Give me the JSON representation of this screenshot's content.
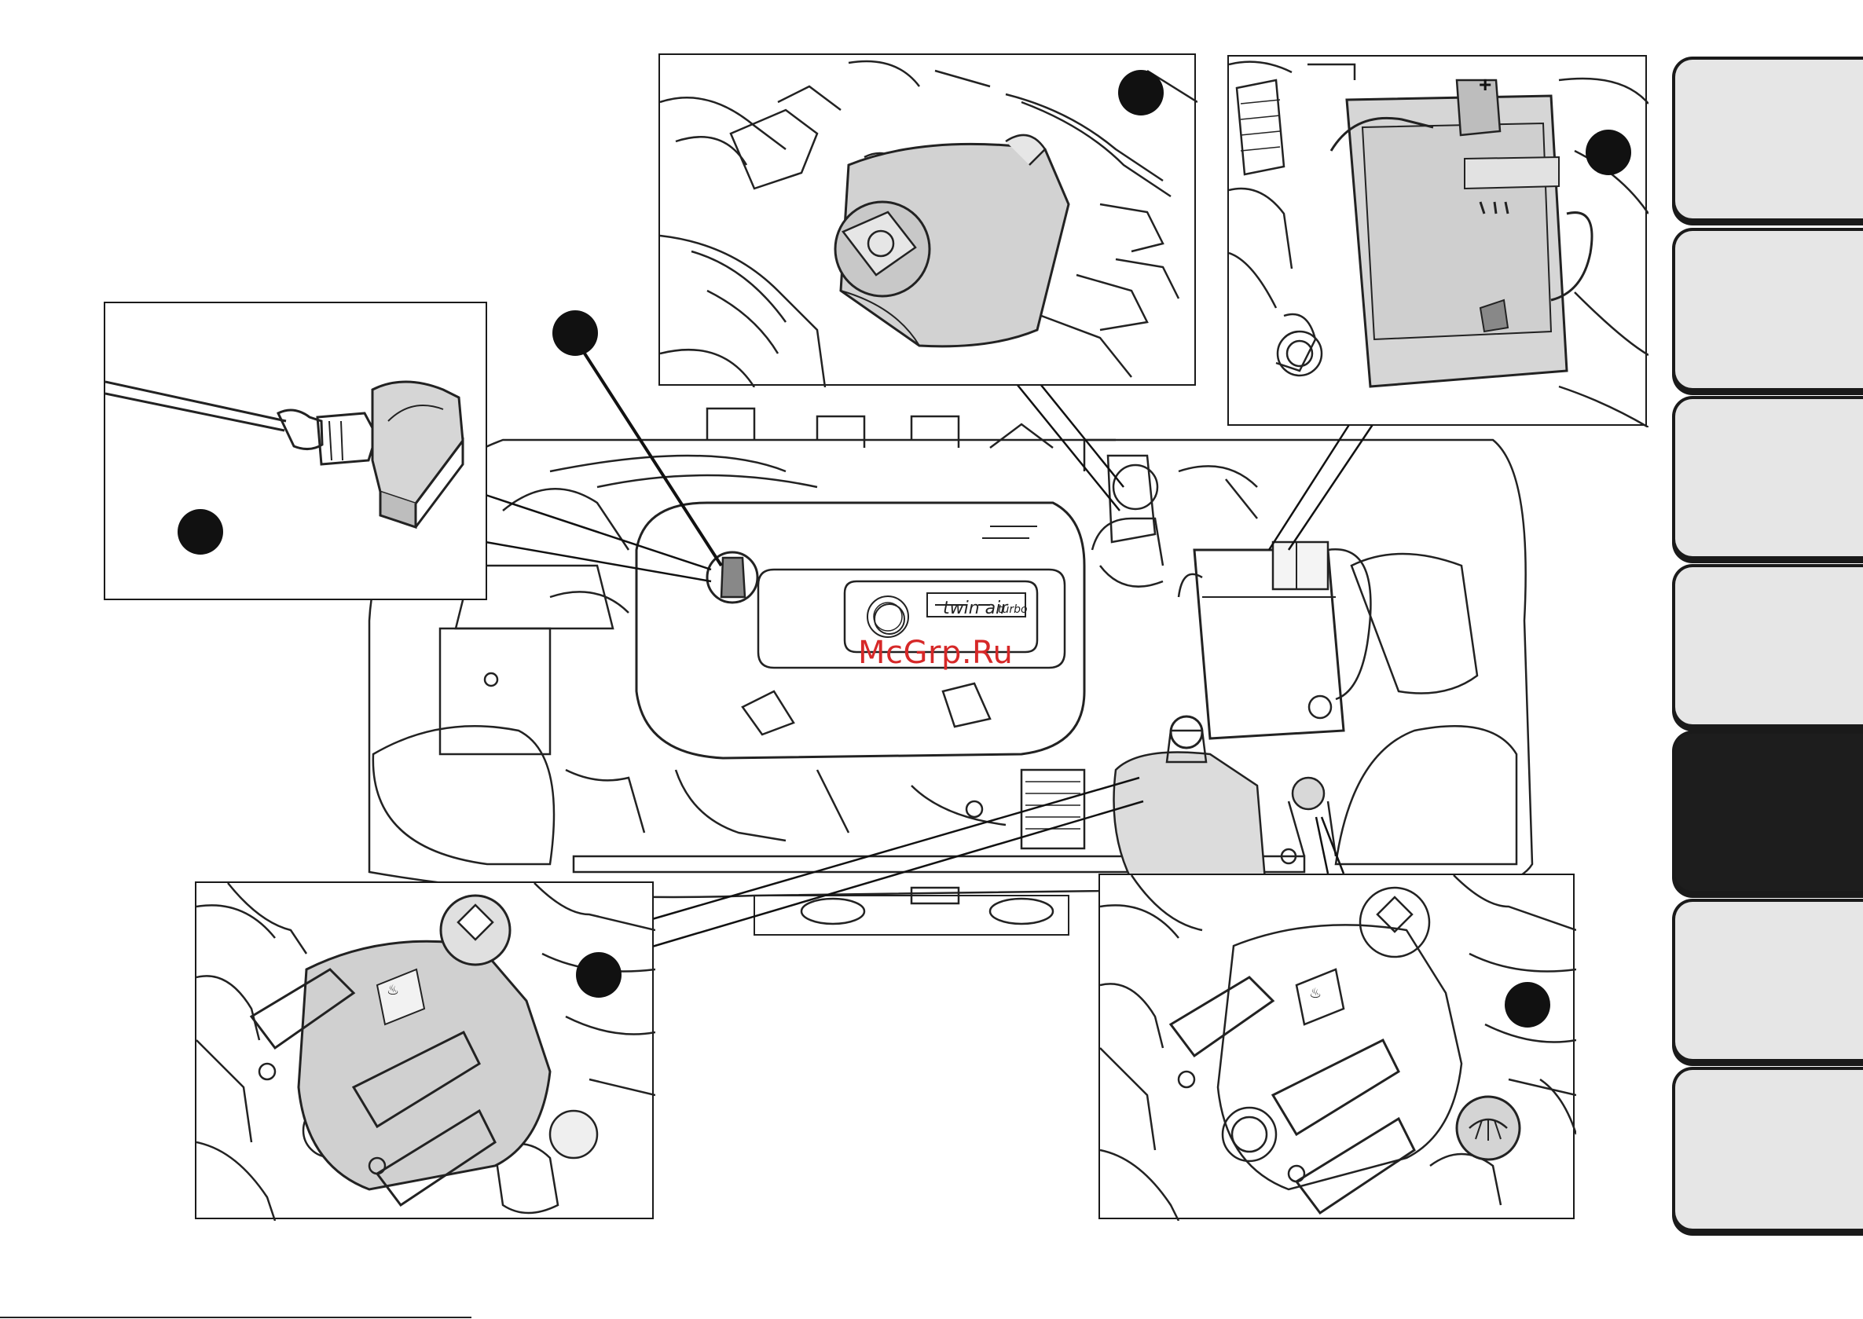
{
  "watermark": {
    "text": "McGrp.Ru",
    "color": "#d62828"
  },
  "cover_logo": {
    "brand_text": "twin air",
    "sub_text": "turbo"
  },
  "callouts": [
    {
      "name": "oil-dipstick-marker"
    },
    {
      "name": "engine-oil-filler-marker"
    },
    {
      "name": "brake-fluid-reservoir-marker"
    },
    {
      "name": "battery-marker"
    },
    {
      "name": "coolant-reservoir-marker"
    },
    {
      "name": "washer-fluid-reservoir-marker"
    }
  ],
  "side_tabs": {
    "count": 7,
    "active_index": 4,
    "active_color": "#1d1d1d",
    "inactive_color": "#e6e6e6"
  },
  "icons": [
    "plus-icon",
    "coolant-symbol-icon",
    "washer-symbol-icon",
    "alfa-romeo-badge-icon"
  ]
}
